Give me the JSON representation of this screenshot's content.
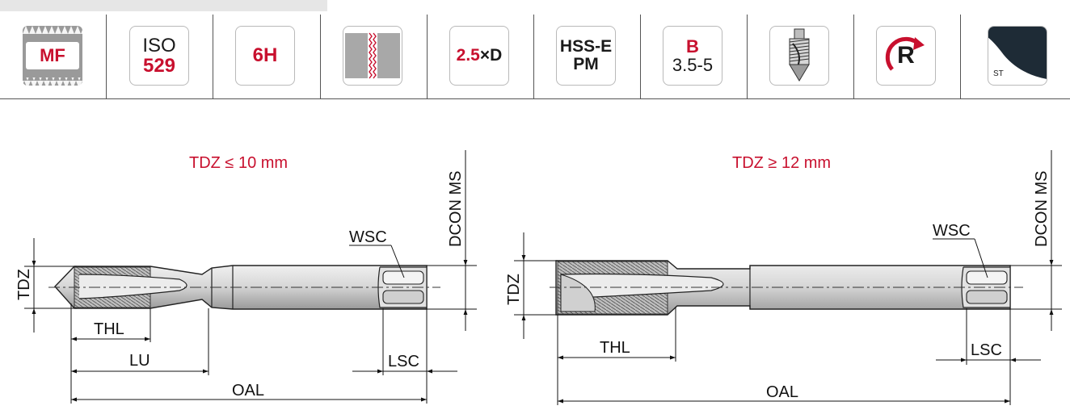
{
  "icon_bar": {
    "thread_profile": "MF",
    "standard": {
      "line1": "ISO",
      "line2": "529"
    },
    "tolerance": "6H",
    "thread_symbol_icon": "thread-section-icon",
    "depth": {
      "value": "2.5",
      "suffix": "×D"
    },
    "material": {
      "line1": "HSS-E",
      "line2": "PM"
    },
    "chamfer": {
      "line1": "B",
      "line2": "3.5-5"
    },
    "tap_type_icon": "spiral-point-tap-icon",
    "direction": {
      "letter": "R"
    },
    "coating": {
      "label": "ST"
    },
    "colors": {
      "accent": "#c8102e",
      "coating": "#1e2b36",
      "tile_border": "#b9b9b9"
    }
  },
  "diagrams": {
    "left": {
      "title": "TDZ ≤ 10 mm",
      "labels": {
        "tdz": "TDZ",
        "thl": "THL",
        "lu": "LU",
        "oal": "OAL",
        "wsc": "WSC",
        "lsc": "LSC",
        "dcon": "DCON MS"
      }
    },
    "right": {
      "title": "TDZ ≥ 12 mm",
      "labels": {
        "tdz": "TDZ",
        "thl": "THL",
        "oal": "OAL",
        "wsc": "WSC",
        "lsc": "LSC",
        "dcon": "DCON MS"
      }
    }
  }
}
